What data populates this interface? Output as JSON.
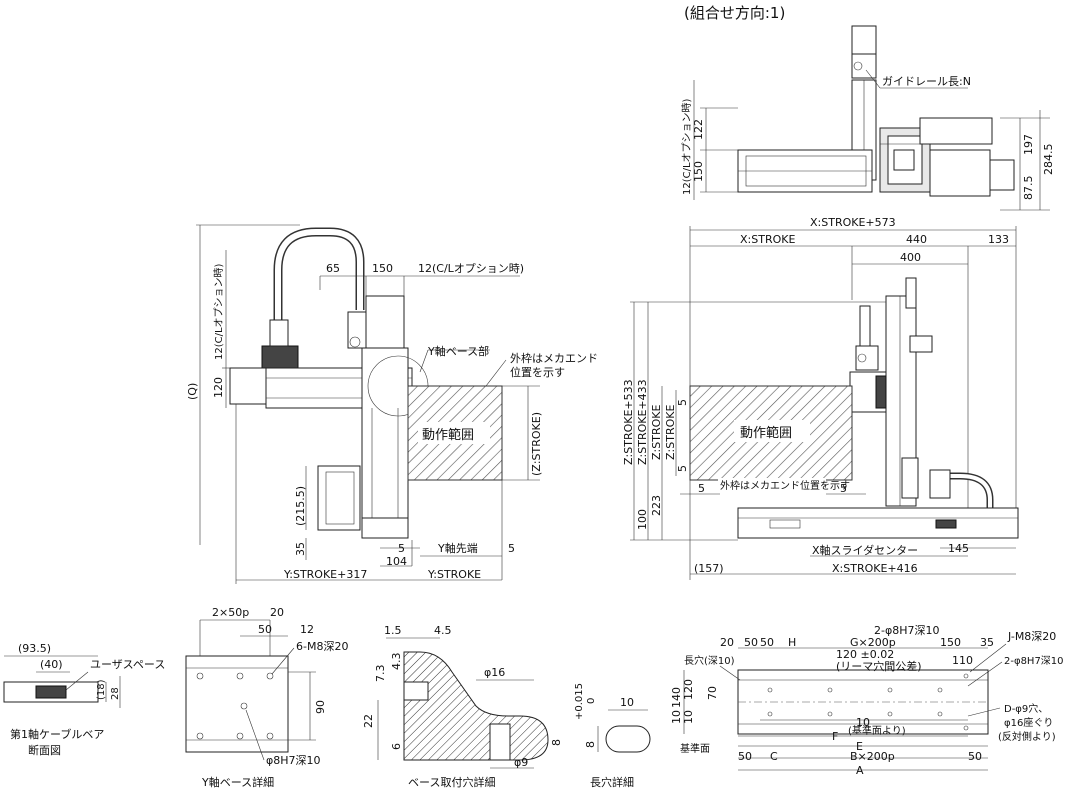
{
  "top_view": {
    "title": "(組合せ方向:1)",
    "guide_rail": "ガイドレール長:N",
    "dim_122": "122",
    "dim_150": "150",
    "dim_12_cl": "12(C/Lオプション時)",
    "dim_197": "197",
    "dim_284_5": "284.5",
    "dim_87_5": "87.5"
  },
  "left_view": {
    "dim_65": "65",
    "dim_150": "150",
    "dim_12_cl_top": "12(C/Lオプション時)",
    "dim_q": "(Q)",
    "dim_12_cl_side": "12(C/Lオプション時)",
    "dim_120": "120",
    "y_base": "Y軸ベース部",
    "outer_frame": "外枠はメカエンド\n位置を示す",
    "outer_frame_l1": "外枠はメカエンド",
    "outer_frame_l2": "位置を示す",
    "operating_range": "動作範囲",
    "z_stroke": "(Z:STROKE)",
    "dim_215_5": "(215.5)",
    "dim_35": "35",
    "dim_5a": "5",
    "dim_104": "104",
    "y_tip": "Y軸先端",
    "dim_5b": "5",
    "y_stroke": "Y:STROKE",
    "y_stroke_317": "Y:STROKE+317"
  },
  "right_view": {
    "x_stroke_573": "X:STROKE+573",
    "x_stroke": "X:STROKE",
    "dim_440": "440",
    "dim_133": "133",
    "dim_400": "400",
    "z_stroke_533": "Z:STROKE+533",
    "z_stroke_433": "Z:STROKE+433",
    "z_stroke_a": "Z:STROKE",
    "z_stroke_b": "Z:STROKE",
    "dim_5_top": "5",
    "dim_5_mid": "5",
    "dim_223": "223",
    "dim_100": "100",
    "operating_range": "動作範囲",
    "dim_5_left": "5",
    "outer_frame": "外枠はメカエンド位置を示す",
    "dim_5_right": "5",
    "x_slider_center": "X軸スライダセンター",
    "dim_145": "145",
    "dim_157": "(157)",
    "x_stroke_416": "X:STROKE+416"
  },
  "cable_section": {
    "dim_93_5": "(93.5)",
    "dim_40": "(40)",
    "user_space": "ユーザスペース",
    "dim_18": "(18)",
    "dim_28": "28",
    "caption_l1": "第1軸ケーブルベア",
    "caption_l2": "断面図"
  },
  "y_base_detail": {
    "dim_2x50p": "2×50p",
    "dim_20": "20",
    "dim_50": "50",
    "dim_12": "12",
    "m8": "6-M8深20",
    "dim_90": "90",
    "phi8": "φ8H7深10",
    "caption": "Y軸ベース詳細"
  },
  "base_hole_detail": {
    "dim_1_5": "1.5",
    "dim_4_5": "4.5",
    "dim_7_3": "7.3",
    "dim_4_3": "4.3",
    "phi16": "φ16",
    "dim_22": "22",
    "dim_6": "6",
    "dim_8": "8",
    "phi9": "φ9",
    "caption": "ベース取付穴詳細"
  },
  "slot_detail": {
    "dim_10": "10",
    "dim_8_tol": "8",
    "tol_upper": "+0.015",
    "tol_lower": "0",
    "caption": "長穴詳細"
  },
  "base_view": {
    "dim_20": "20",
    "dim_50a": "50",
    "dim_50b": "50",
    "dim_h": "H",
    "phi8_2": "2-φ8H7深10",
    "g200p": "G×200p",
    "dim_120_tol": "120 ±0.02",
    "reamer": "(リーマ穴間公差)",
    "dim_150": "150",
    "dim_35": "35",
    "j_m8": "J-M8深20",
    "dim_110": "110",
    "phi8_2b": "2-φ8H7深10",
    "slot": "長穴(深10)",
    "dim_140": "140",
    "dim_120": "120",
    "dim_70": "70",
    "dim_10a": "10",
    "dim_10b": "10",
    "dim_10c": "10",
    "from_ref": "(基準面より)",
    "dim_f": "F",
    "ref_face": "基準面",
    "dim_e": "E",
    "dim_50c": "50",
    "dim_c": "C",
    "b200p": "B×200p",
    "dim_50d": "50",
    "dim_a": "A",
    "d_phi9": "D-φ9穴、",
    "phi16_cb": "φ16座ぐり",
    "opposite": "(反対側より)"
  }
}
